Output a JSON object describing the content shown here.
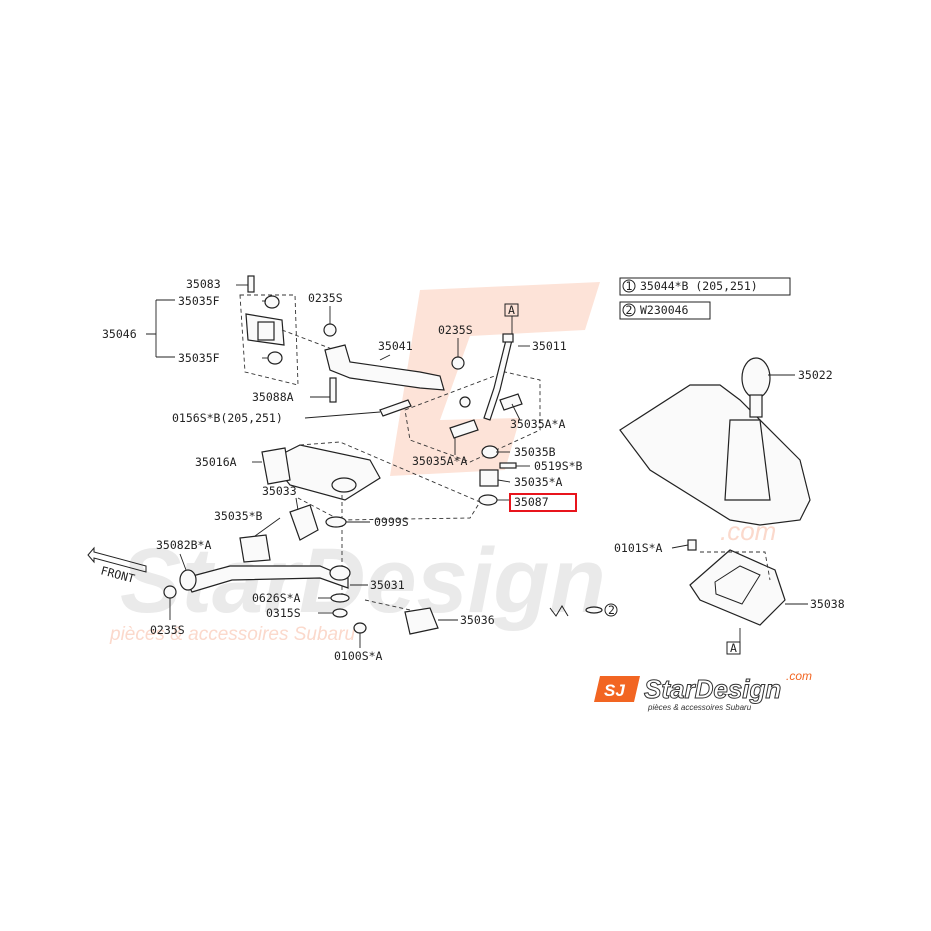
{
  "diagram": {
    "labels": {
      "p35083": "35083",
      "p35035F_top": "35035F",
      "p35046": "35046",
      "p35035F_bot": "35035F",
      "p0235S_a": "0235S",
      "p35041": "35041",
      "p0235S_b": "0235S",
      "p35088A": "35088A",
      "p0156S": "0156S*B(205,251)",
      "p35011": "35011",
      "p35035AA_r": "35035A*A",
      "p35035B": "35035B",
      "p35035AA_l": "35035A*A",
      "p0519S": "0519S*B",
      "p35035A": "35035*A",
      "p35087": "35087",
      "p35016A": "35016A",
      "p35033": "35033",
      "p35035B_l": "35035*B",
      "p0999S": "0999S",
      "p35082B": "35082B*A",
      "p35031": "35031",
      "p0626S": "0626S*A",
      "p0315S": "0315S",
      "p35036": "35036",
      "p0235S_c": "0235S",
      "p0100S": "0100S*A",
      "p35022": "35022",
      "p0101S": "0101S*A",
      "p35038": "35038",
      "front": "FRONT",
      "refA_top": "A",
      "refA_bot": "A"
    },
    "legend": {
      "item1_num": "1",
      "item1_text": "35044*B  (205,251)",
      "item2_num": "2",
      "item2_text": "W230046"
    },
    "watermark": {
      "big_text": "StarDesign",
      "dotcom": ".com",
      "tagline": "pièces & accessoires Subaru"
    },
    "logo": {
      "mark": "SJ",
      "name": "StarDesign",
      "dotcom": ".com",
      "tagline": "pièces & accessoires Subaru"
    },
    "highlight_color": "#e8141c",
    "logo_orange": "#f26522"
  }
}
